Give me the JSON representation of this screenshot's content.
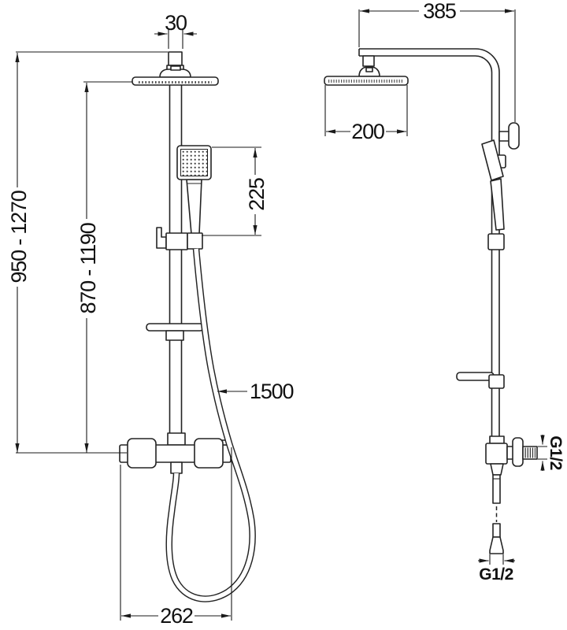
{
  "diagram": {
    "description": "Shower column technical drawing, two views with dimensions in mm",
    "front_view": {
      "dims": {
        "connector_width": "30",
        "overall_height_range": "950 - 1270",
        "head_height_range": "870 - 1190",
        "hand_shower_length": "225",
        "hose_length": "1500",
        "valve_width": "262"
      }
    },
    "side_view": {
      "dims": {
        "arm_reach": "385",
        "head_width": "200",
        "outlet_thread": "G1/2",
        "inlet_thread": "G1/2"
      }
    }
  }
}
